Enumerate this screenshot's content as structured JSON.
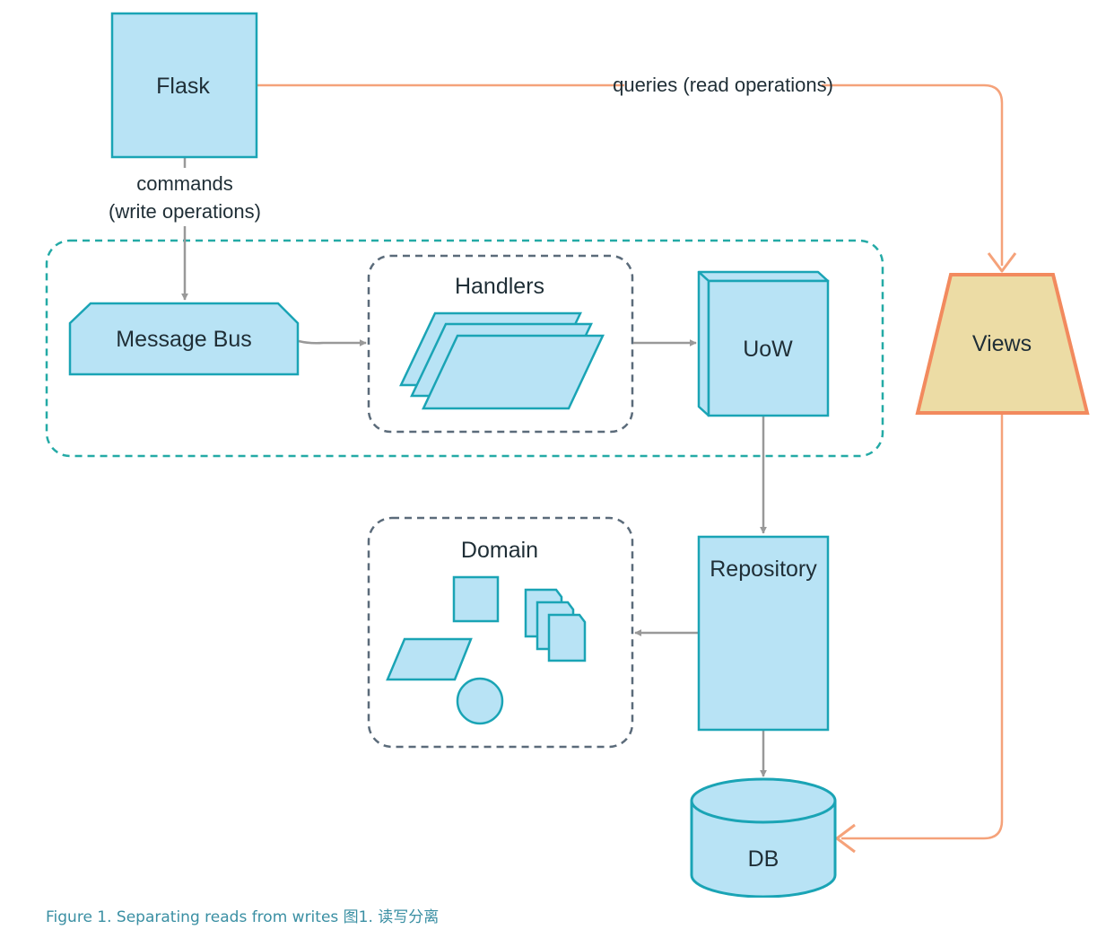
{
  "colors": {
    "box_fill": "#b8e3f5",
    "box_stroke": "#1aa4b5",
    "views_fill": "#ecdca5",
    "views_stroke": "#f28a5e",
    "read_arrow": "#f5a27a",
    "write_arrow": "#999999",
    "outer_group_stroke": "#24aaa6",
    "inner_group_stroke": "#5b6b7a",
    "caption": "#3a8fa3"
  },
  "nodes": {
    "flask": "Flask",
    "message_bus": "Message Bus",
    "handlers": "Handlers",
    "uow": "UoW",
    "views": "Views",
    "repository": "Repository",
    "domain": "Domain",
    "db": "DB"
  },
  "edges": {
    "queries": "queries (read operations)",
    "commands_line1": "commands",
    "commands_line2": "(write operations)"
  },
  "caption": "Figure 1. Separating reads from writes 图1. 读写分离"
}
